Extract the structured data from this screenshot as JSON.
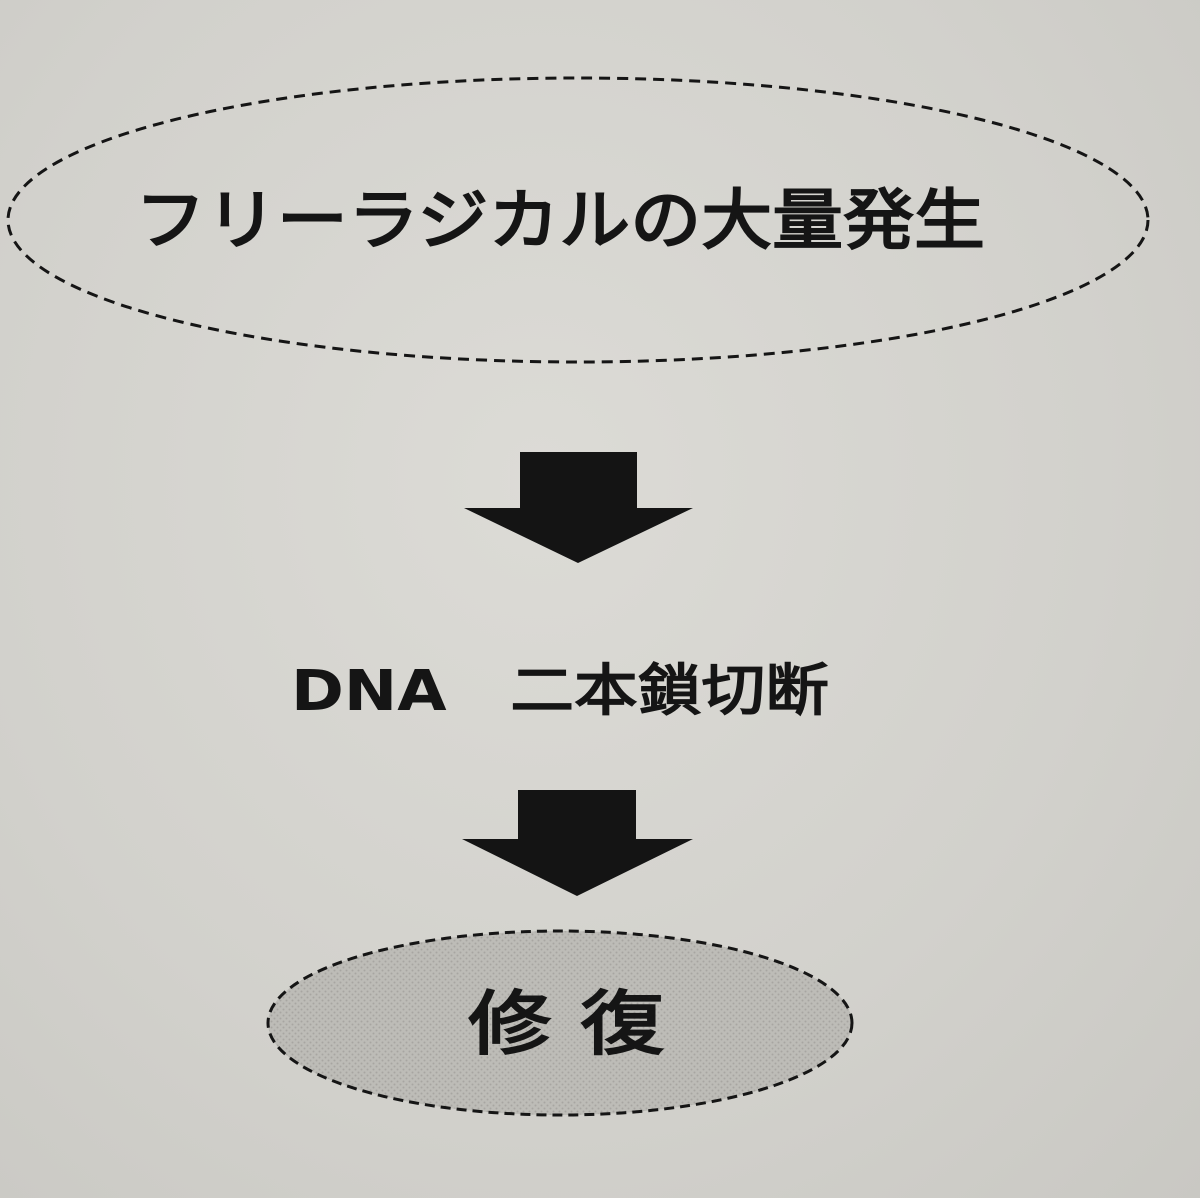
{
  "diagram": {
    "nodes": [
      {
        "id": "free-radical",
        "label": "フリーラジカルの大量発生",
        "shape": "dashed-ellipse",
        "fill": "none"
      },
      {
        "id": "dna-break",
        "label": "DNA　二本鎖切断",
        "shape": "text"
      },
      {
        "id": "repair",
        "label": "修 復",
        "shape": "dashed-ellipse",
        "fill": "#b8b7b2"
      }
    ],
    "edges": [
      {
        "from": "free-radical",
        "to": "dna-break",
        "style": "block-arrow-down"
      },
      {
        "from": "dna-break",
        "to": "repair",
        "style": "block-arrow-down"
      }
    ],
    "colors": {
      "ink": "#151515",
      "paper": "#d6d5d0",
      "repair_fill": "#b8b7b2"
    }
  }
}
